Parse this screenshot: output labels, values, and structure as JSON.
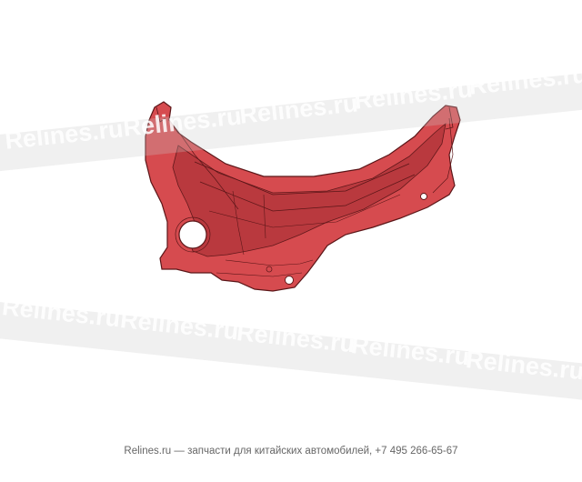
{
  "image": {
    "subject": "red-car-body-panel-part-illustration",
    "panel_color": "#d64b4f",
    "panel_dark": "#9a2c30",
    "outline_color": "#5b1618"
  },
  "watermark": {
    "text": "Relines.ru"
  },
  "footer": {
    "brand": "Relines.ru",
    "tagline": " — запчасти для китайских автомобилей, +7 495 266-65-67"
  }
}
